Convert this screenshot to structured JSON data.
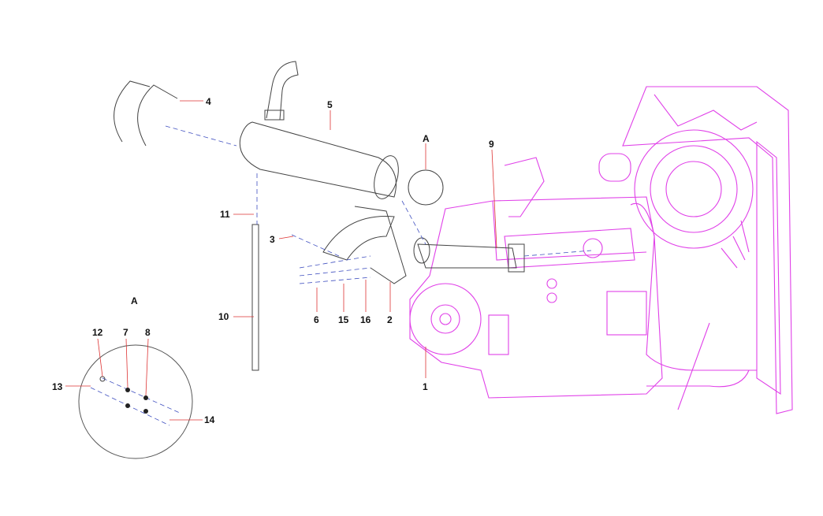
{
  "diagram": {
    "callouts": {
      "c1": "1",
      "c2": "2",
      "c3": "3",
      "c4": "4",
      "c5": "5",
      "c6": "6",
      "c9": "9",
      "c10": "10",
      "c11": "11",
      "c15": "15",
      "c16": "16",
      "detail_ref": "A"
    },
    "detail_view": {
      "title": "A",
      "callouts": {
        "c7": "7",
        "c8": "8",
        "c12": "12",
        "c13": "13",
        "c14": "14"
      }
    },
    "colors": {
      "parts": "#444444",
      "engine": "#e040e8",
      "leader": "#dd3333",
      "centerline": "#4050c0"
    }
  }
}
